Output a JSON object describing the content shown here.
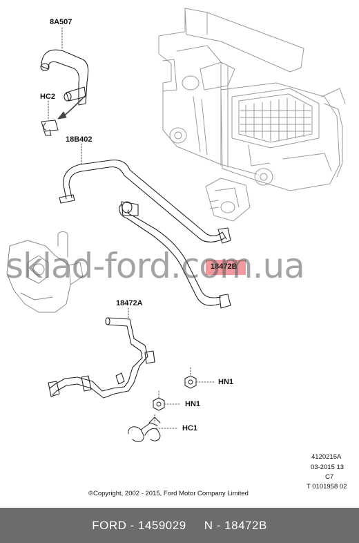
{
  "callouts": {
    "c8a507": "8A507",
    "hc2": "HC2",
    "c18b402": "18B402",
    "c18472b": "18472B",
    "c18472a": "18472A",
    "hn1_top": "HN1",
    "hn1_bottom": "HN1",
    "hc1": "HC1"
  },
  "diagram_codes": [
    "4120215A",
    "03-2015 13",
    "C7",
    "T 0101958 02"
  ],
  "copyright": "©Copyright, 2002 - 2015, Ford Motor Company Limited",
  "watermark": "sklad-ford.com.ua",
  "footer": {
    "text": "FORD - 1459029     N - 18472B",
    "background": "#6c6c6c"
  },
  "highlight_color": "#e64650"
}
